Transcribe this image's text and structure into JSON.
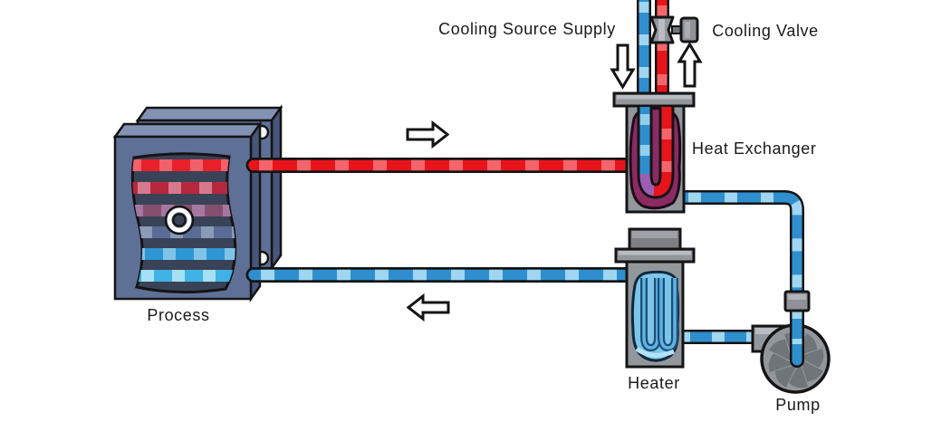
{
  "diagram": {
    "type": "process-cooling-loop",
    "labels": {
      "cooling_source_supply": "Cooling Source Supply",
      "cooling_valve": "Cooling Valve",
      "heat_exchanger": "Heat Exchanger",
      "process": "Process",
      "heater": "Heater",
      "pump": "Pump"
    },
    "components": [
      {
        "id": "process",
        "label": "Process"
      },
      {
        "id": "heat-exchanger",
        "label": "Heat Exchanger"
      },
      {
        "id": "heater",
        "label": "Heater"
      },
      {
        "id": "pump",
        "label": "Pump"
      },
      {
        "id": "cooling-valve",
        "label": "Cooling Valve"
      },
      {
        "id": "cooling-source-supply",
        "label": "Cooling Source Supply"
      }
    ],
    "flows": [
      {
        "line": "hot-process-return",
        "from": "process",
        "to": "heat-exchanger",
        "color_key": "pipe_red",
        "direction": "right"
      },
      {
        "line": "cold-process-supply",
        "from": "heater",
        "to": "process",
        "color_key": "pipe_blue",
        "direction": "left"
      },
      {
        "line": "cooling-source-in",
        "from": "cooling-source-supply",
        "to": "heat-exchanger",
        "color_key": "pipe_blue",
        "direction": "down"
      },
      {
        "line": "cooling-source-out",
        "from": "heat-exchanger",
        "to": "cooling-valve",
        "color_key": "pipe_red",
        "direction": "up"
      },
      {
        "line": "cooled-fluid",
        "from": "heat-exchanger",
        "to": "pump",
        "color_key": "pipe_blue",
        "direction": "down"
      },
      {
        "line": "pump-feed",
        "from": "heater",
        "to": "pump",
        "color_key": "pipe_blue",
        "direction": "right"
      }
    ],
    "arrows": [
      {
        "id": "flow-right-arrow",
        "direction": "right"
      },
      {
        "id": "flow-left-arrow",
        "direction": "left"
      },
      {
        "id": "cooling-in-arrow",
        "direction": "down"
      },
      {
        "id": "cooling-out-arrow",
        "direction": "up"
      }
    ],
    "colors": {
      "background": "#ffffff",
      "outline": "#141414",
      "pipe_red": "#e8141c",
      "pipe_red_light": "#f4656b",
      "pipe_blue": "#2f8fce",
      "pipe_blue_light": "#9fd6f1",
      "equipment_gray": "#92979c",
      "equipment_gray_light": "#b9bdc1",
      "equipment_gray_dark": "#70757a",
      "hx_fluid_purple": "#8a2b63",
      "hx_u_transition": "#9a5fb5",
      "heater_fluid_blue": "#7cc4ea",
      "heater_element_blue": "#1d4e75",
      "process_plate": "#5f7097",
      "process_plate_top": "#8392b4",
      "process_plate_side": "#47567a",
      "process_panel": "#3a4257",
      "process_stripes": [
        "#e8202a",
        "#b5283e",
        "#84506e",
        "#5a6b95",
        "#2e96d4",
        "#3fb2e6"
      ],
      "label_text": "#1a1a1a"
    }
  }
}
